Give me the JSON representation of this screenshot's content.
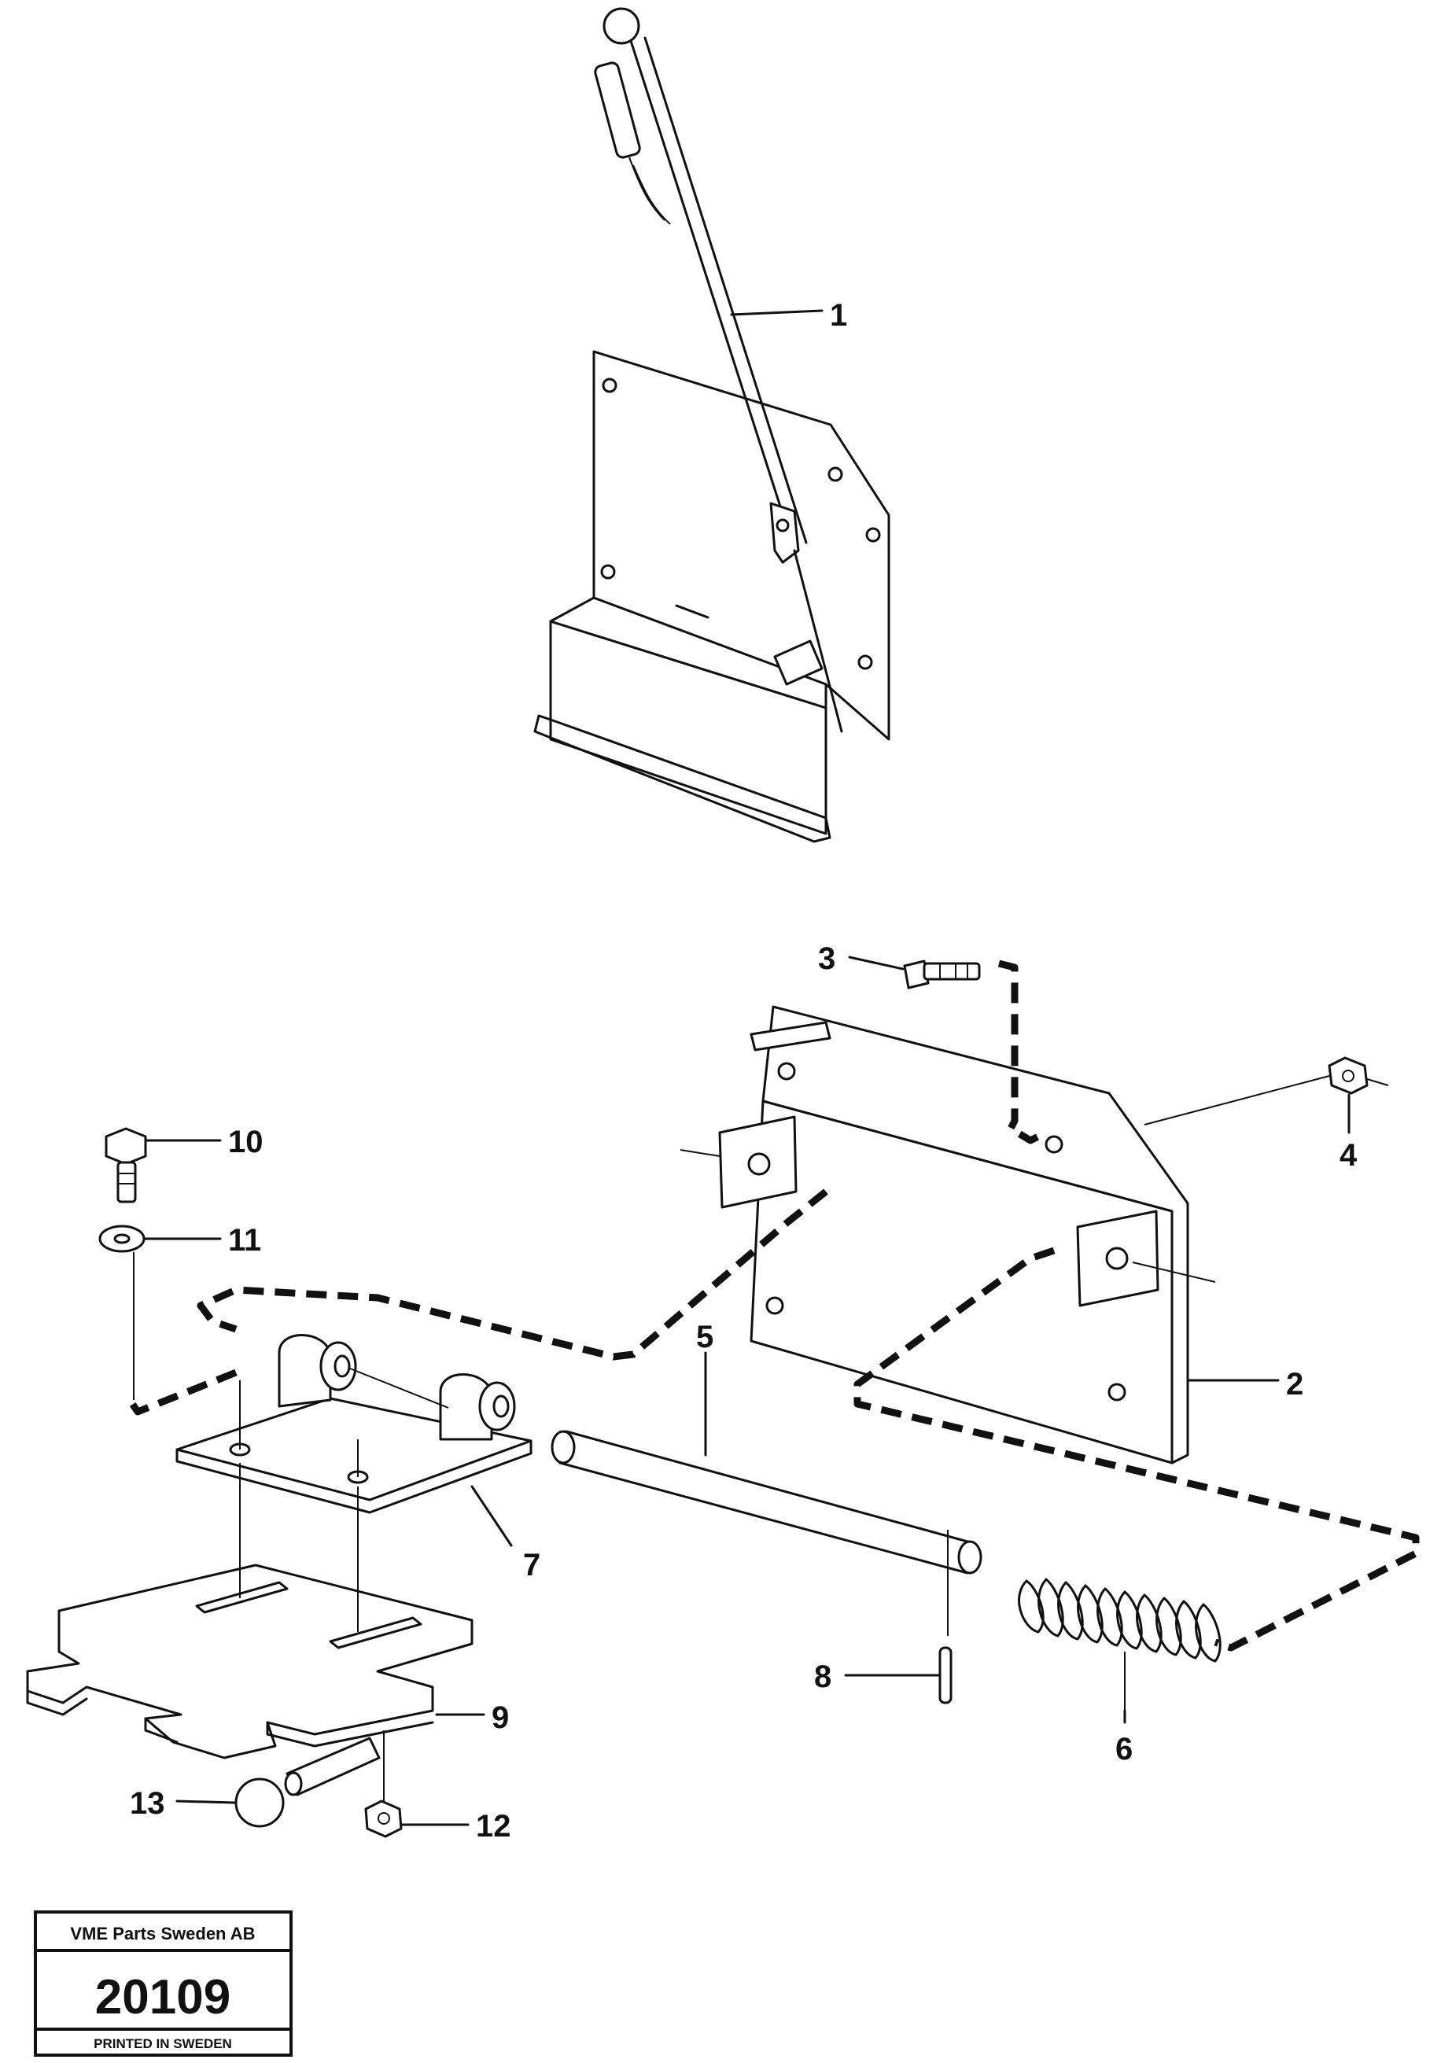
{
  "callouts": {
    "c1": "1",
    "c2": "2",
    "c3": "3",
    "c4": "4",
    "c5": "5",
    "c6": "6",
    "c7": "7",
    "c8": "8",
    "c9": "9",
    "c10": "10",
    "c11": "11",
    "c12": "12",
    "c13": "13"
  },
  "stamp": {
    "company": "VME Parts Sweden AB",
    "number": "20109",
    "footer": "PRINTED IN SWEDEN"
  }
}
